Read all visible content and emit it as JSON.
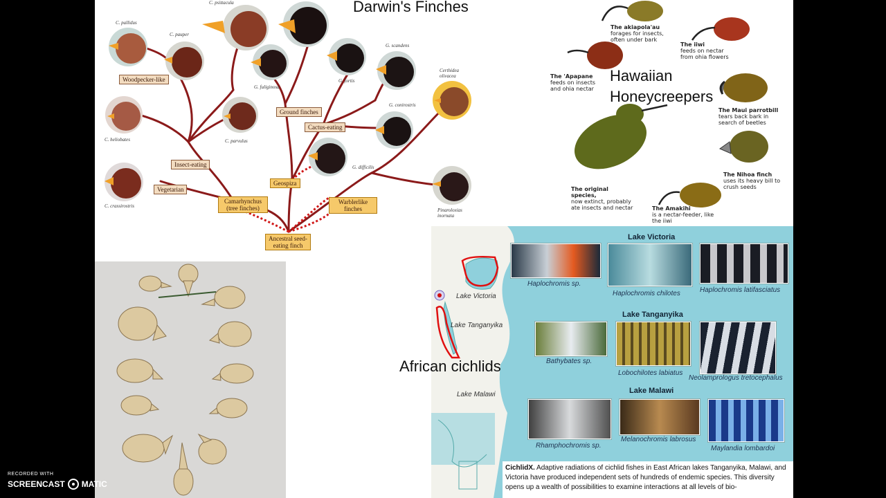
{
  "darwin": {
    "title": "Darwin's Finches",
    "labels": {
      "woodpecker": "Woodpecker-like",
      "ground": "Ground finches",
      "cactus": "Cactus-eating",
      "insect": "Insect-eating",
      "vegetarian": "Vegetarian",
      "geospiza": "Geospiza",
      "camarhynchus": "Camarhynchus (tree finches)",
      "warbler": "Warblerlike finches",
      "ancestral": "Ancestral seed-eating finch"
    },
    "species": {
      "pallidus": "C. pallidus",
      "psittacula": "C. psittacula",
      "pauper": "C. pauper",
      "heliobates": "C. heliobates",
      "parvulus": "C. parvulus",
      "crassirostris": "C. crassirostris",
      "fuliginosa": "G. fuliginosa",
      "fortis": "G. fortis",
      "scandens": "G. scandens",
      "conirostris": "G. conirostris",
      "difficilis": "G. difficilis",
      "olivacea": "Certhidea olivacea",
      "inornata": "Pinaroloxias inornata"
    }
  },
  "hawaii": {
    "title": "Hawaiian Honeycreepers",
    "birds": {
      "akiapolaau": {
        "name": "The akiapola'au",
        "desc": "forages for insects, often under bark"
      },
      "iiwi": {
        "name": "The iiwi",
        "desc": "feeds on nectar from ohia flowers"
      },
      "apapane": {
        "name": "The 'Apapane",
        "desc": "feeds on insects and ohia nectar"
      },
      "parrotbill": {
        "name": "The Maui parrotbill",
        "desc": "tears back bark in search of beetles"
      },
      "original": {
        "name": "The original species,",
        "desc": "now extinct, probably ate insects and nectar"
      },
      "nihoa": {
        "name": "The Nihoa finch",
        "desc": "uses its heavy bill to crush seeds"
      },
      "amakihi": {
        "name": "The Amakihi",
        "desc": "is a nectar-feeder, like the iiwi"
      }
    }
  },
  "cichlids": {
    "title": "African cichlids",
    "map_labels": {
      "victoria": "Lake Victoria",
      "tanganyika": "Lake Tanganyika",
      "malawi": "Lake Malawi"
    },
    "lake_headers": {
      "victoria": "Lake Victoria",
      "tanganyika": "Lake Tanganyika",
      "malawi": "Lake Malawi"
    },
    "fish": {
      "f1": "Haplochromis sp.",
      "f2": "Haplochromis chilotes",
      "f3": "Haplochromis latifasciatus",
      "f4": "Bathybates sp.",
      "f5": "Lobochilotes labiatus",
      "f6": "Neolamprologus tretocephalus",
      "f7": "Rhamphochromis sp.",
      "f8": "Melanochromis labrosus",
      "f9": "Maylandia lombardoi"
    },
    "caption_title": "CichlidX.",
    "caption_text": "Adaptive radiations of cichlid fishes in East African lakes Tanganyika, Malawi, and Victoria have produced independent sets of hundreds of endemic species. This diversity opens up a wealth of possibilities to examine interactions at all levels of bio-"
  },
  "watermark": {
    "line1": "RECORDED WITH",
    "brand_a": "SCREENCAST",
    "brand_b": "MATIC"
  },
  "colors": {
    "branch": "#8b1a1a",
    "lake_blue": "#8fd0dc",
    "land": "#f2f2ec",
    "label_box": "#f3dcc0"
  }
}
